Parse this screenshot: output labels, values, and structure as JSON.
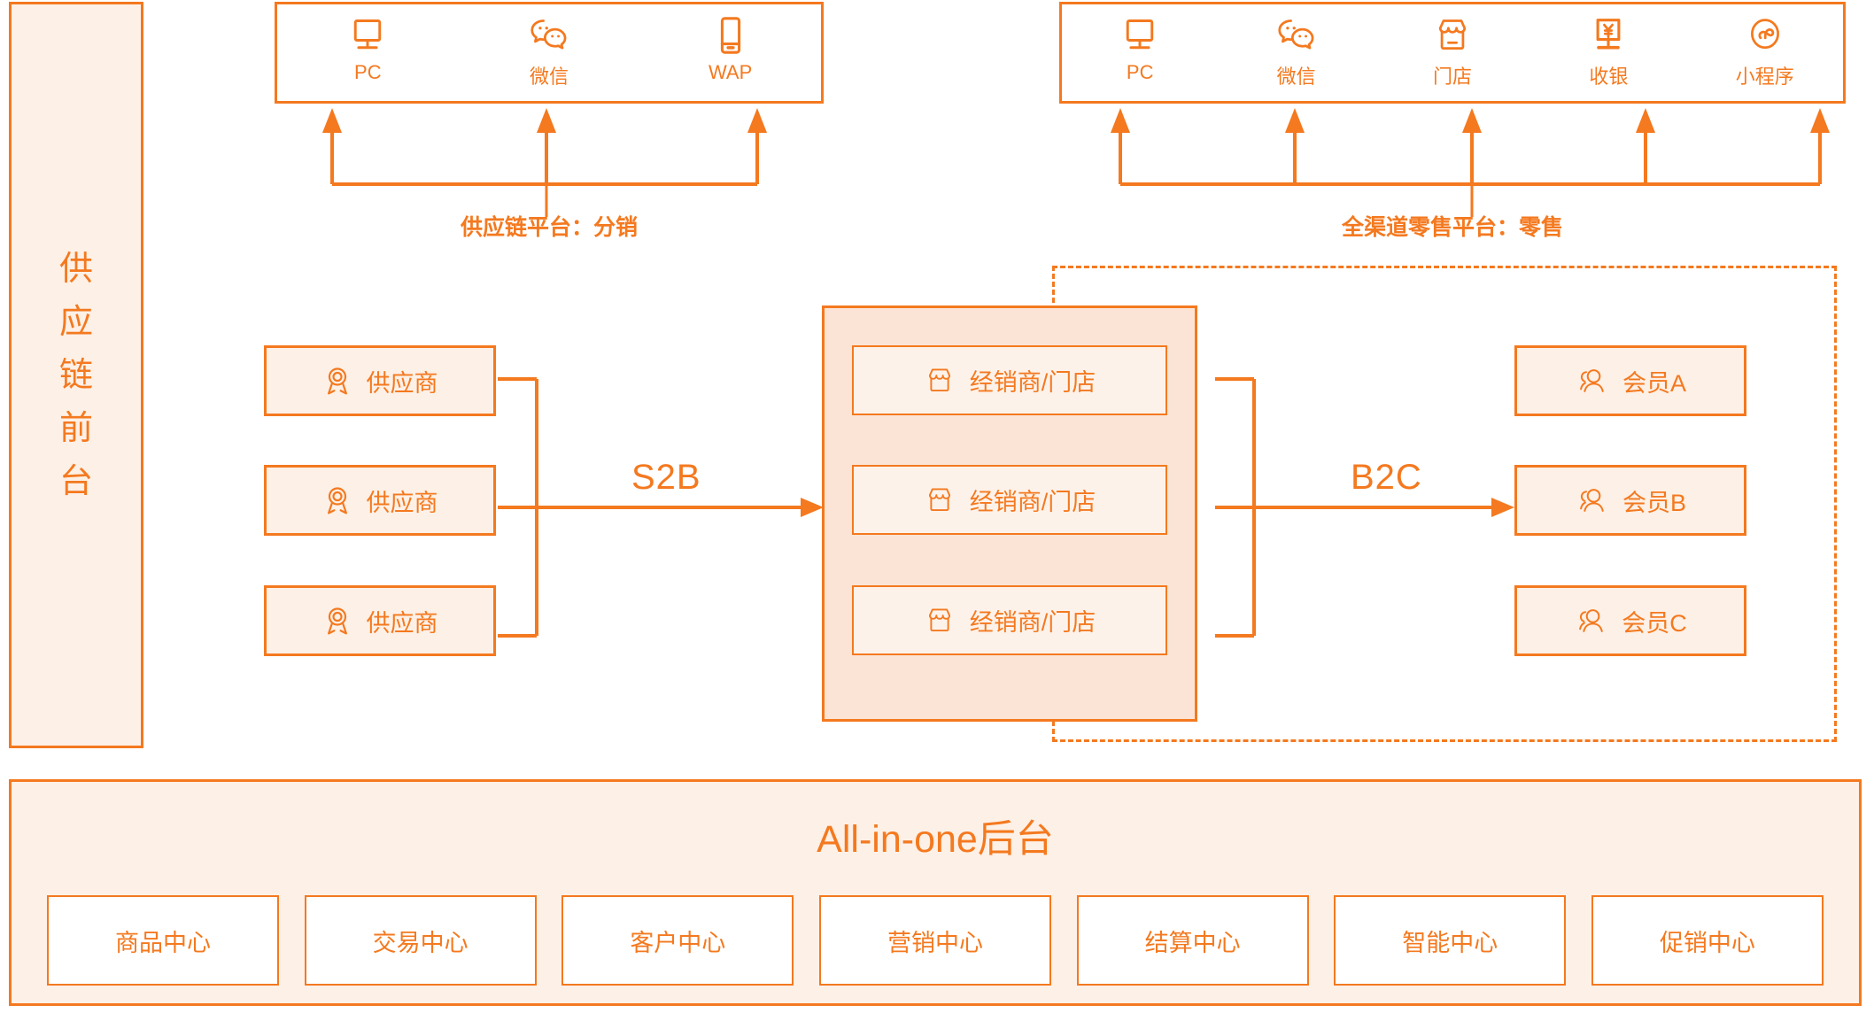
{
  "theme": {
    "accent": "#F4791F",
    "card_fill": "#FDF0E6",
    "group_fill": "#FBE4D5",
    "inner_card_fill": "#FDF2EA",
    "page_bg": "#FFFFFF"
  },
  "sidebar": {
    "label": "供应链前台",
    "chars": [
      "供",
      "应",
      "链",
      "前",
      "台"
    ]
  },
  "channels": {
    "left": {
      "platform_label": "供应链平台：分销",
      "items": [
        {
          "caption": "PC",
          "icon": "monitor-icon"
        },
        {
          "caption": "微信",
          "icon": "wechat-icon"
        },
        {
          "caption": "WAP",
          "icon": "mobile-icon"
        }
      ]
    },
    "right": {
      "platform_label": "全渠道零售平台：零售",
      "items": [
        {
          "caption": "PC",
          "icon": "monitor-icon"
        },
        {
          "caption": "微信",
          "icon": "wechat-icon"
        },
        {
          "caption": "门店",
          "icon": "store-icon"
        },
        {
          "caption": "收银",
          "icon": "cashier-icon"
        },
        {
          "caption": "小程序",
          "icon": "miniprogram-icon"
        }
      ]
    }
  },
  "suppliers": [
    {
      "label": "供应商",
      "icon": "badge-person-icon"
    },
    {
      "label": "供应商",
      "icon": "badge-person-icon"
    },
    {
      "label": "供应商",
      "icon": "badge-person-icon"
    }
  ],
  "dealers": [
    {
      "label": "经销商/门店",
      "icon": "store-icon"
    },
    {
      "label": "经销商/门店",
      "icon": "store-icon"
    },
    {
      "label": "经销商/门店",
      "icon": "store-icon"
    }
  ],
  "members": [
    {
      "label": "会员A",
      "icon": "users-icon"
    },
    {
      "label": "会员B",
      "icon": "users-icon"
    },
    {
      "label": "会员C",
      "icon": "users-icon"
    }
  ],
  "flows": {
    "supplier_to_dealer": "S2B",
    "dealer_to_member": "B2C"
  },
  "backend": {
    "title": "All-in-one后台",
    "modules": [
      {
        "label": "商品中心"
      },
      {
        "label": "交易中心"
      },
      {
        "label": "客户中心"
      },
      {
        "label": "营销中心"
      },
      {
        "label": "结算中心"
      },
      {
        "label": "智能中心"
      },
      {
        "label": "促销中心"
      }
    ]
  }
}
